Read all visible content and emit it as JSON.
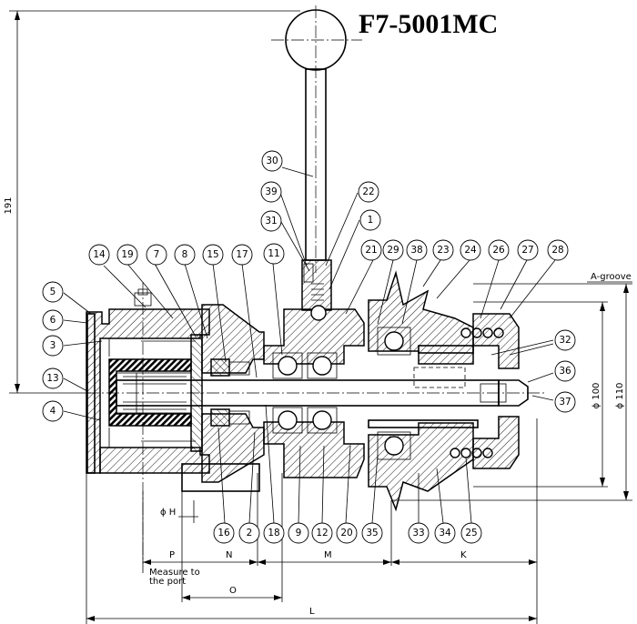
{
  "title": "F7-5001MC",
  "part_numbers": {
    "p1": "1",
    "p2": "2",
    "p3": "3",
    "p4": "4",
    "p5": "5",
    "p6": "6",
    "p7": "7",
    "p8": "8",
    "p9": "9",
    "p11": "11",
    "p12": "12",
    "p13": "13",
    "p14": "14",
    "p15": "15",
    "p16": "16",
    "p17": "17",
    "p18": "18",
    "p19": "19",
    "p20": "20",
    "p21": "21",
    "p22": "22",
    "p23": "23",
    "p24": "24",
    "p25": "25",
    "p26": "26",
    "p27": "27",
    "p28": "28",
    "p29": "29",
    "p30": "30",
    "p31": "31",
    "p32": "32",
    "p33": "33",
    "p34": "34",
    "p35": "35",
    "p36": "36",
    "p37": "37",
    "p38": "38",
    "p39": "39"
  },
  "dimensions": {
    "height": "191",
    "dia_100": "ϕ 100",
    "dia_110": "ϕ 110",
    "phi_h": "ϕ H",
    "p": "P",
    "n": "N",
    "m": "M",
    "k": "K",
    "o": "O",
    "l": "L",
    "measure_note_1": "Measure to",
    "measure_note_2": "the port",
    "a_groove": "A-groove"
  }
}
